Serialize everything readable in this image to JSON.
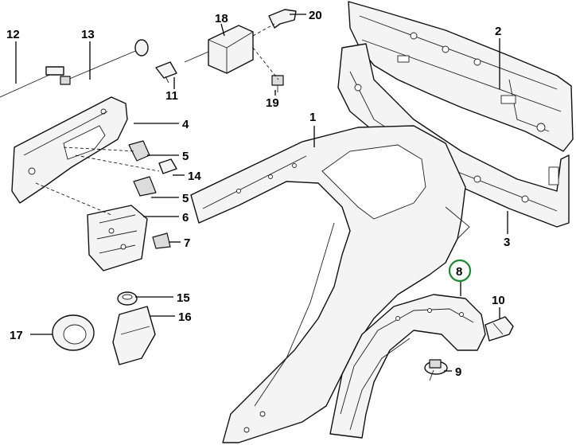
{
  "callouts": {
    "c1": "1",
    "c2": "2",
    "c3": "3",
    "c4": "4",
    "c5a": "5",
    "c5b": "5",
    "c6": "6",
    "c7": "7",
    "c8": "8",
    "c9": "9",
    "c10": "10",
    "c11": "11",
    "c12": "12",
    "c13": "13",
    "c14": "14",
    "c15": "15",
    "c16": "16",
    "c17": "17",
    "c18": "18",
    "c19": "19",
    "c20": "20"
  },
  "highlight_color": "#1e8a2e",
  "highlighted_callout": "8"
}
